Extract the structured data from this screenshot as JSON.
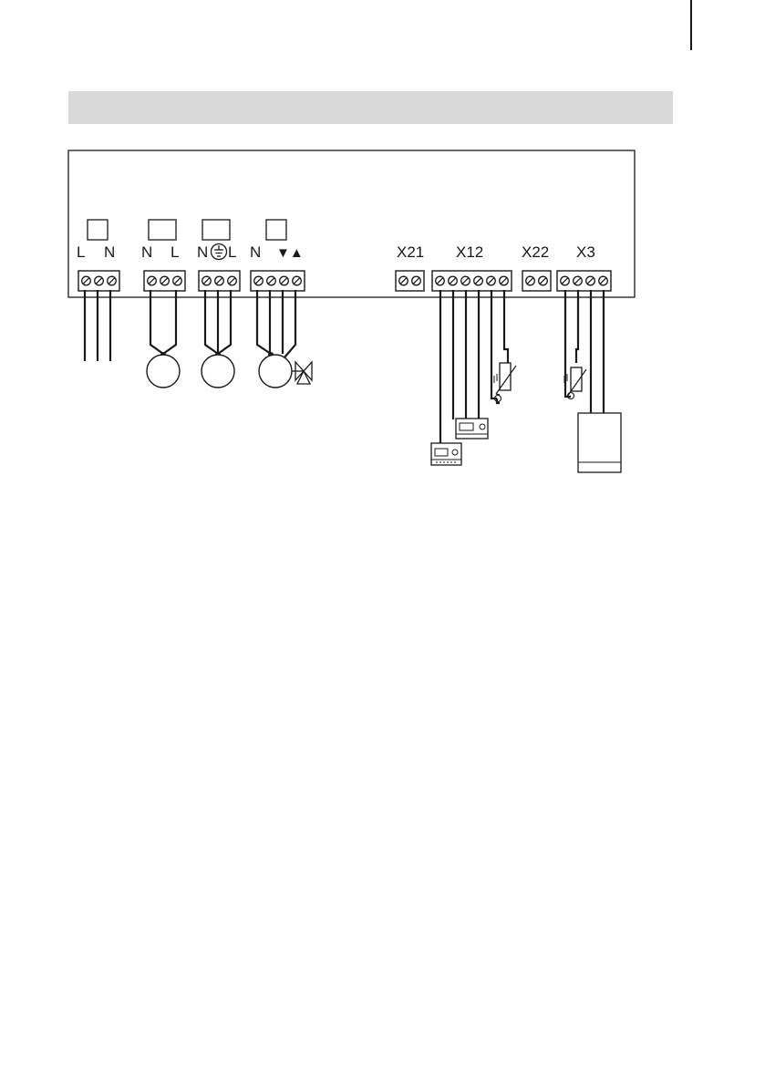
{
  "diagram": {
    "header_band_color": "#d9d9d9",
    "line_color": "#1a1a1a",
    "mains_terminal": {
      "labels": [
        "L",
        "N"
      ]
    },
    "pump_1_terminal": {
      "labels": [
        "N",
        "L"
      ]
    },
    "pump_2_terminal": {
      "labels": [
        "N",
        "L"
      ],
      "earth_symbol": "earth-icon"
    },
    "valve_terminal": {
      "labels": [
        "N"
      ],
      "direction_symbol": "▼▲"
    },
    "x21": {
      "label": "X21"
    },
    "x12": {
      "label": "X12"
    },
    "x22": {
      "label": "X22"
    },
    "x3": {
      "label": "X3"
    }
  }
}
